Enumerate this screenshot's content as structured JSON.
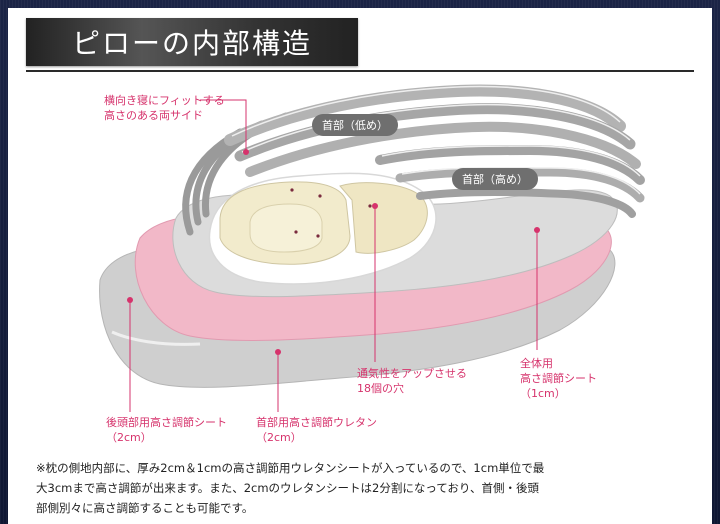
{
  "title": "ピローの内部構造",
  "labels": {
    "side_line1": "横向き寝にフィットする",
    "side_line2": "高さのある両サイド",
    "neck_low": "首部（低め）",
    "neck_high": "首部（高め）",
    "holes_line1": "通気性をアップさせる",
    "holes_line2": "18個の穴",
    "overall_line1": "全体用",
    "overall_line2": "高さ調節シート",
    "overall_line3": "（1cm）",
    "back_line1": "後頭部用高さ調節シート",
    "back_line2": "（2cm）",
    "neck_foam_line1": "首部用高さ調節ウレタン",
    "neck_foam_line2": "（2cm）"
  },
  "note": {
    "line1": "※枕の側地内部に、厚み2cm＆1cmの高さ調節用ウレタンシートが入っているので、1cm単位で最",
    "line2": "大3cmまで高さ調節が出来ます。また、2cmのウレタンシートは2分割になっており、首側・後頭",
    "line3": "部側別々に高さ調節することも可能です。"
  },
  "colors": {
    "accent_pink": "#d6336c",
    "pink_sheet": "#f2b8c8",
    "gray_sheet": "#cfcfcf",
    "foam": "#f2ebcc",
    "ribs": "#a9a9a9"
  }
}
